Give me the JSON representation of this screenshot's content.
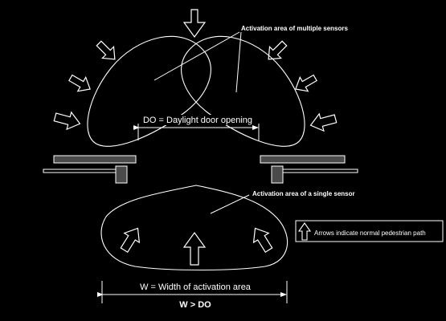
{
  "labels": {
    "multi_sensor": "Activation area of multiple sensors",
    "door_opening": "DO = Daylight door opening",
    "single_sensor": "Activation area of a single sensor",
    "legend_arrows": "Arrows indicate normal pedestrian path",
    "width_area": "W = Width of activation area",
    "relation": "W > DO"
  },
  "colors": {
    "background": "#000000",
    "line": "#ffffff",
    "door_panel_fill": "#4a4a4a"
  }
}
